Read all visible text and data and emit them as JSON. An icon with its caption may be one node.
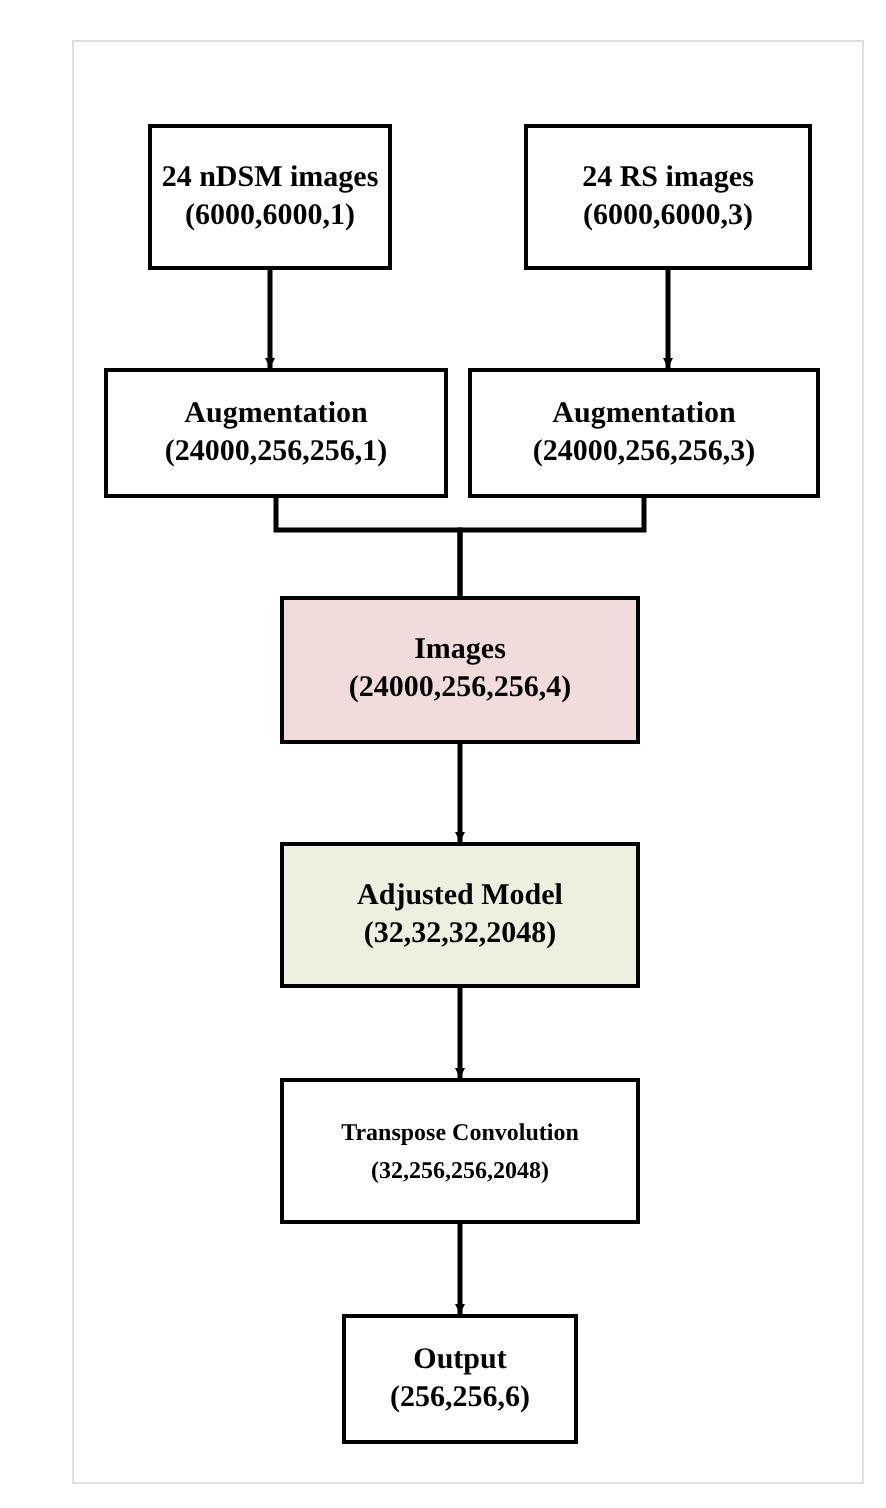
{
  "diagram": {
    "nodes": [
      {
        "text": [
          "24 nDSM images",
          "(6000,6000,1)"
        ]
      },
      {
        "text": [
          "24 RS images",
          "(6000,6000,3)"
        ]
      },
      {
        "text": [
          "Augmentation",
          "(24000,256,256,1)"
        ]
      },
      {
        "text": [
          "Augmentation",
          "(24000,256,256,3)"
        ]
      },
      {
        "text": [
          "Images",
          "(24000,256,256,4)"
        ]
      },
      {
        "text": [
          "Adjusted Model",
          "(32,32,32,2048)"
        ]
      },
      {
        "text": [
          "Transpose Convolution",
          "(32,256,256,2048)"
        ]
      },
      {
        "text": [
          "Output",
          "(256,256,6)"
        ]
      }
    ],
    "edges": [
      {
        "from": 0,
        "to": 2,
        "arrow": "to"
      },
      {
        "from": 1,
        "to": 3,
        "arrow": "to"
      },
      {
        "from": 2,
        "to": 4,
        "arrow": "none"
      },
      {
        "from": 3,
        "to": 4,
        "arrow": "none"
      },
      {
        "from": 4,
        "to": 5,
        "arrow": "to"
      },
      {
        "from": 5,
        "to": 6,
        "arrow": "to"
      },
      {
        "from": 6,
        "to": 7,
        "arrow": "to"
      }
    ]
  }
}
